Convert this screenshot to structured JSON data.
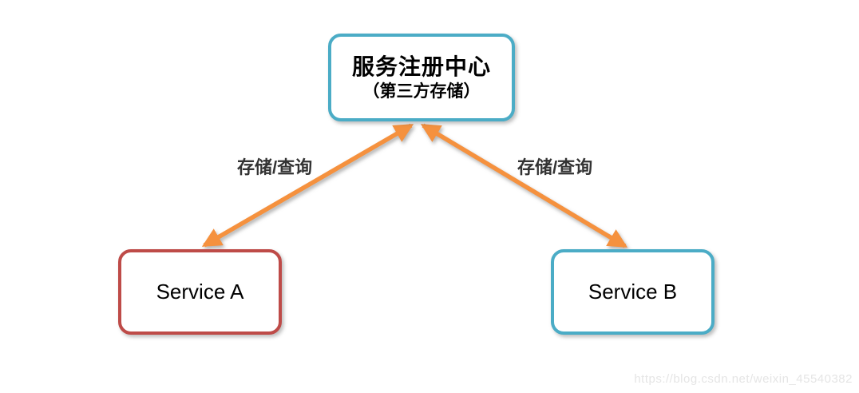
{
  "page": {
    "background_color": "#ffffff",
    "watermark": "https://blog.csdn.net/weixin_45540382",
    "watermark_color": "#e5e5e5"
  },
  "diagram": {
    "type": "service-registry-topology",
    "nodes": [
      {
        "id": "registry",
        "title": "服务注册中心",
        "subtitle": "（第三方存储）",
        "shape": "rounded-rectangle",
        "border_color": "#4BACC6",
        "fill_color": "#ffffff",
        "text_color": "#000000"
      },
      {
        "id": "service-a",
        "label": "Service A",
        "shape": "rounded-rectangle",
        "border_color": "#BE4B48",
        "fill_color": "#ffffff",
        "text_color": "#000000"
      },
      {
        "id": "service-b",
        "label": "Service B",
        "shape": "rounded-rectangle",
        "border_color": "#4BACC6",
        "fill_color": "#ffffff",
        "text_color": "#000000"
      }
    ],
    "edges": [
      {
        "from": "service-a",
        "to": "registry",
        "label": "存储/查询",
        "direction": "bidirectional",
        "color": "#F5913E"
      },
      {
        "from": "service-b",
        "to": "registry",
        "label": "存储/查询",
        "direction": "bidirectional",
        "color": "#F5913E"
      }
    ]
  }
}
